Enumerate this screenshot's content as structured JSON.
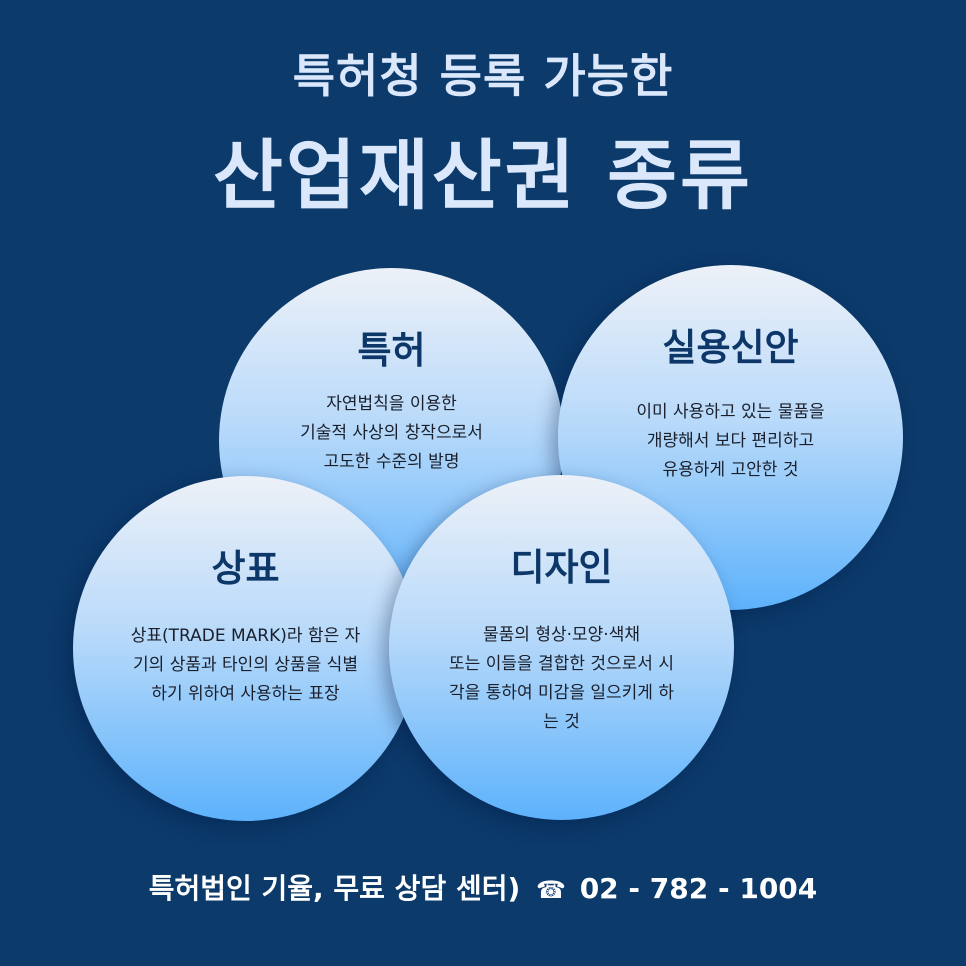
{
  "header": {
    "line1": "특허청 등록 가능한",
    "line2": "산업재산권 종류"
  },
  "circles": {
    "patent": {
      "title": "특허",
      "body": "자연법칙을 이용한\n기술적 사상의 창작으로서\n고도한 수준의 발명"
    },
    "utility": {
      "title": "실용신안",
      "body": "이미 사용하고 있는 물품을\n개량해서 보다 편리하고\n유용하게 고안한 것"
    },
    "trademark": {
      "title": "상표",
      "body": "상표(TRADE MARK)라 함은 자\n기의 상품과 타인의 상품을 식별\n하기 위하여 사용하는 표장"
    },
    "design": {
      "title": "디자인",
      "body": "물품의 형상·모양·색채\n또는 이들을 결합한 것으로서 시\n각을 통하여 미감을 일으키게 하\n는 것"
    }
  },
  "footer": {
    "label": "특허법인 기율, 무료 상담 센터)",
    "phone_icon": "☎",
    "phone": "02 - 782 - 1004"
  },
  "colors": {
    "background": "#0b3a6b",
    "title_text": "#dbe7fb",
    "circle_title": "#0d3769"
  }
}
